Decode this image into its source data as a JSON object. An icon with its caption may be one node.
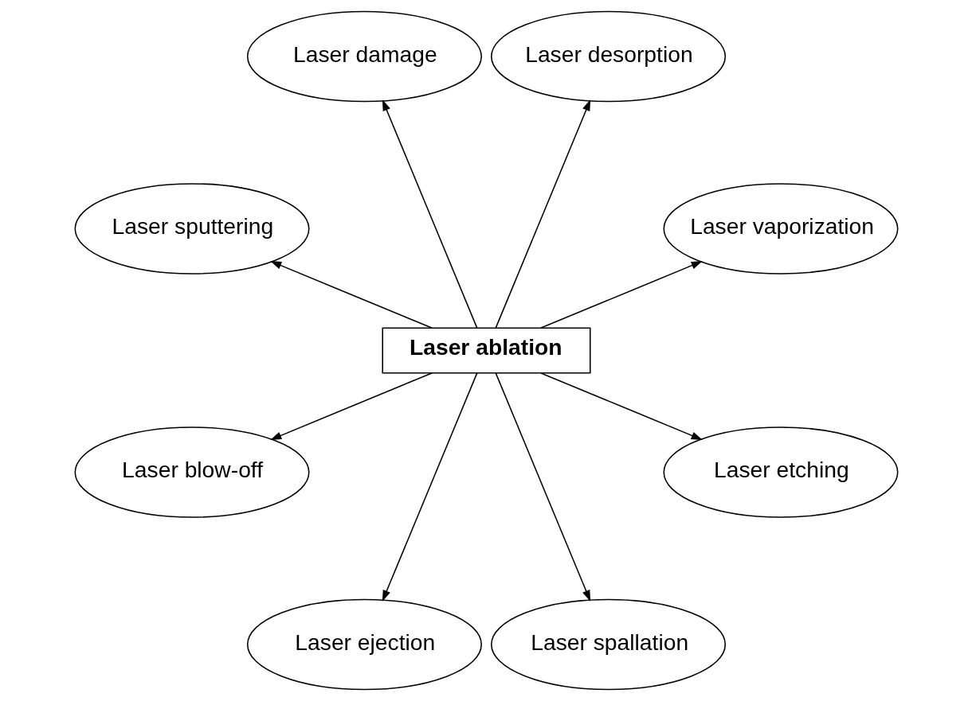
{
  "diagram": {
    "nodes": [
      {
        "text": [
          "Laser vaporization"
        ]
      },
      {
        "text": [
          "Laser desorption"
        ]
      },
      {
        "text": [
          "Laser damage"
        ]
      },
      {
        "text": [
          "Laser sputtering"
        ]
      },
      {
        "text": [
          "Laser ablation"
        ]
      },
      {
        "text": [
          "Laser blow-off"
        ]
      },
      {
        "text": [
          "Laser ejection"
        ]
      },
      {
        "text": [
          "Laser spallation"
        ]
      },
      {
        "text": [
          "Laser etching"
        ]
      }
    ],
    "edges": [
      {
        "from": 4,
        "to": 0,
        "arrow": "to"
      },
      {
        "from": 4,
        "to": 2,
        "arrow": "to"
      },
      {
        "from": 4,
        "to": 5,
        "arrow": "to"
      },
      {
        "from": 4,
        "to": 7,
        "arrow": "to"
      },
      {
        "from": 4,
        "to": 8,
        "arrow": "to"
      },
      {
        "from": 4,
        "to": 6,
        "arrow": "to"
      },
      {
        "from": 4,
        "to": 3,
        "arrow": "to"
      },
      {
        "from": 4,
        "to": 1,
        "arrow": "to"
      }
    ]
  }
}
